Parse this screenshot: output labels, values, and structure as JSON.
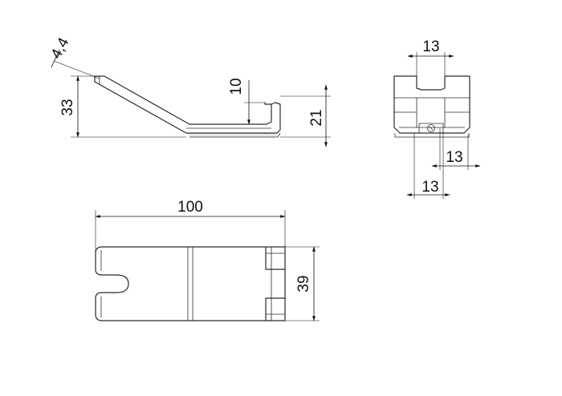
{
  "dimensions": {
    "side_thickness": "4,4",
    "side_height": "33",
    "side_lip": "10",
    "side_total": "21",
    "end_top_slot": "13",
    "end_right_offset": "13",
    "end_bottom_offset": "13",
    "plan_length": "100",
    "plan_width": "39"
  }
}
